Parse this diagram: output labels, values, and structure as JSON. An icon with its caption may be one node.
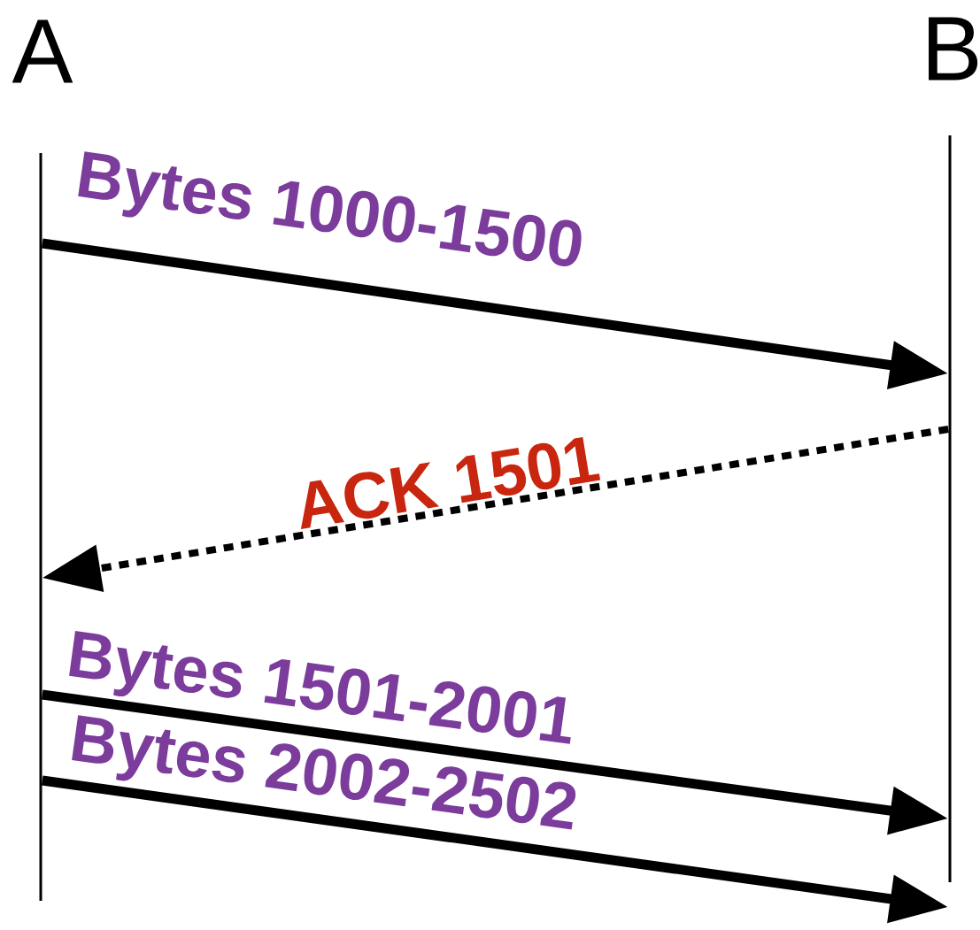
{
  "diagram": {
    "nodes": [
      {
        "text": [
          "A"
        ]
      },
      {
        "text": [
          "B"
        ]
      }
    ],
    "edges": [
      {
        "from": 0,
        "to": 1,
        "arrow": "to",
        "label": "Bytes 1000-1500"
      },
      {
        "from": 1,
        "to": 0,
        "arrow": "to",
        "label": "ACK 1501",
        "style": "dashed"
      },
      {
        "from": 0,
        "to": 1,
        "arrow": "to",
        "label": "Bytes 1501-2001"
      },
      {
        "from": 0,
        "to": 1,
        "arrow": "to",
        "label": "Bytes 2002-2502"
      }
    ]
  }
}
